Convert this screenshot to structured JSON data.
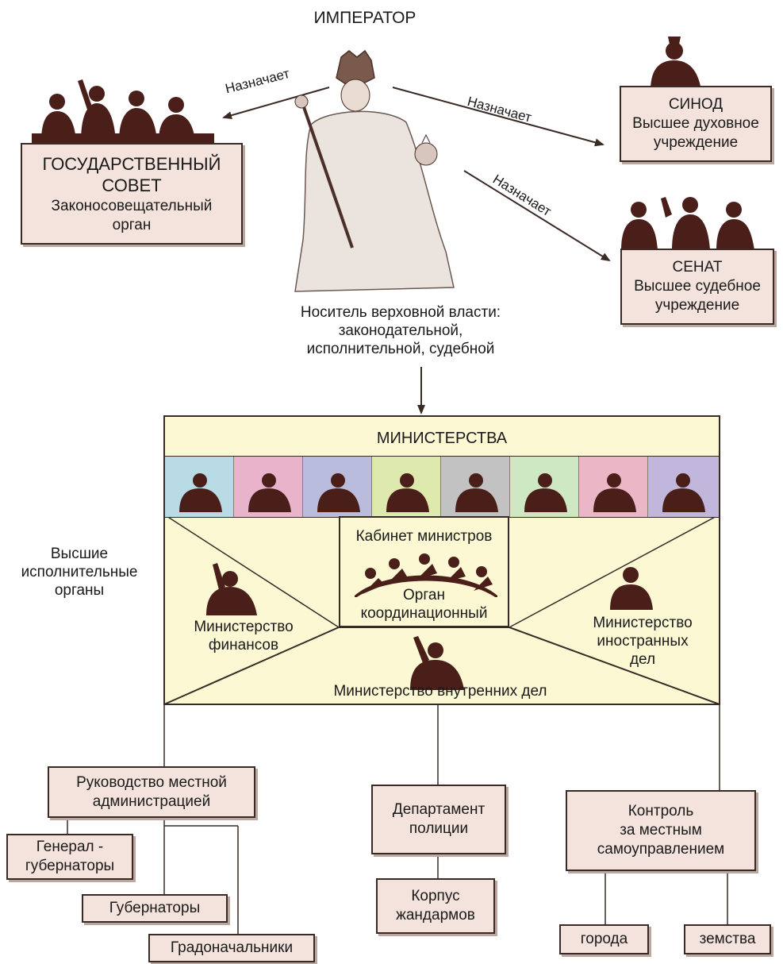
{
  "emperor": {
    "title": "ИМПЕРАТОР",
    "caption_1": "Носитель верховной власти:",
    "caption_2": "законодательной,",
    "caption_3": "исполнительной, судебной"
  },
  "arrows": {
    "left": "Назначает",
    "upper_right": "Назначает",
    "lower_right": "Назначает"
  },
  "council": {
    "title_1": "ГОСУДАРСТВЕННЫЙ",
    "title_2": "СОВЕТ",
    "sub_1": "Законосовещательный",
    "sub_2": "орган"
  },
  "synod": {
    "title": "СИНОД",
    "sub_1": "Высшее духовное",
    "sub_2": "учреждение"
  },
  "senate": {
    "title": "СЕНАТ",
    "sub_1": "Высшее судебное",
    "sub_2": "учреждение"
  },
  "ministries": {
    "title": "МИНИСТЕРСТВА",
    "strip_colors": [
      "#b9dbe6",
      "#e9b3cc",
      "#b9bcdc",
      "#dde9ad",
      "#c2c2c2",
      "#cfe8c4",
      "#ebb6c6",
      "#c1b7dc"
    ],
    "cabinet_title": "Кабинет министров",
    "cabinet_sub_1": "Орган",
    "cabinet_sub_2": "координационный",
    "finance_1": "Министерство",
    "finance_2": "финансов",
    "foreign_1": "Министерство",
    "foreign_2": "иностранных",
    "foreign_3": "дел",
    "interior": "Министерство внутренних дел"
  },
  "side_label": {
    "line_1": "Высшие",
    "line_2": "исполнительные",
    "line_3": "органы"
  },
  "bottom": {
    "local_admin_1": "Руководство местной",
    "local_admin_2": "администрацией",
    "gov_general_1": "Генерал -",
    "gov_general_2": "губернаторы",
    "governors": "Губернаторы",
    "mayors": "Градоначальники",
    "police_1": "Департамент",
    "police_2": "полиции",
    "gendarmes_1": "Корпус",
    "gendarmes_2": "жандармов",
    "control_1": "Контроль",
    "control_2": "за местным",
    "control_3": "самоуправлением",
    "cities": "города",
    "zemstvo": "земства"
  },
  "colors": {
    "panel": "#fcf8d4",
    "box": "#f3e3dc",
    "silhouette": "#4a1f1a",
    "line": "#3a2a26"
  }
}
